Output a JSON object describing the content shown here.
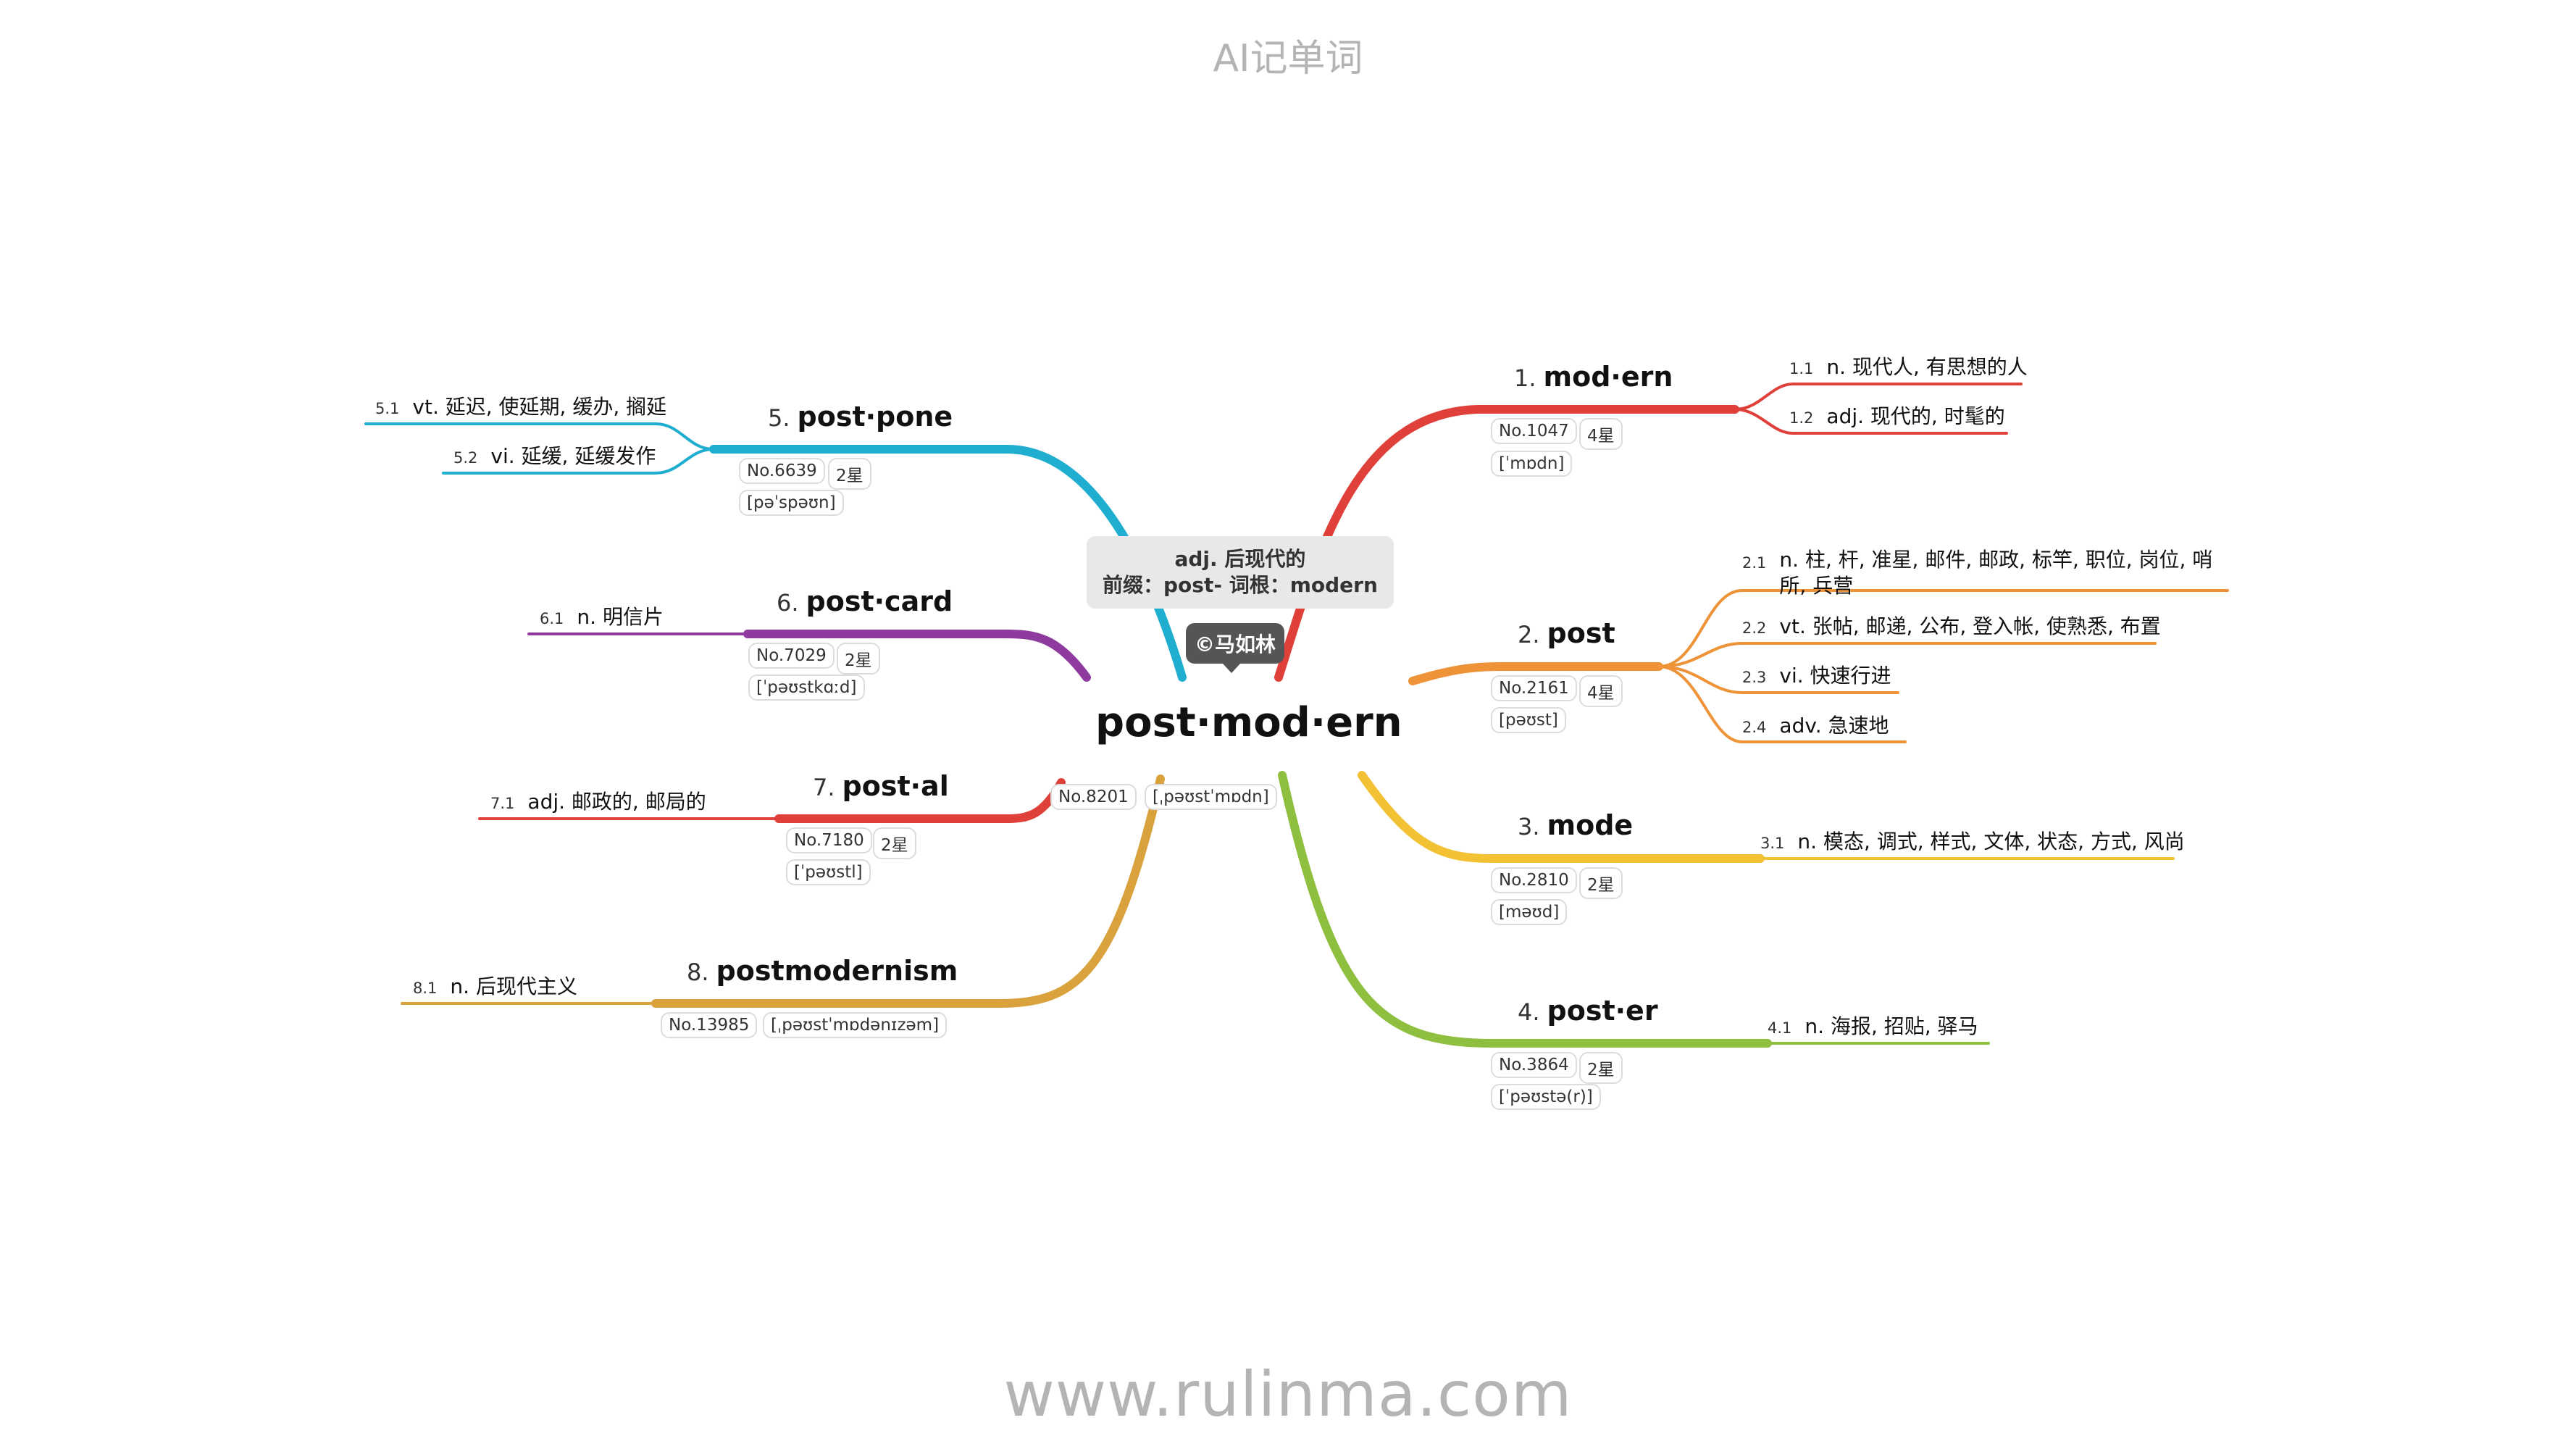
{
  "header": "AI记单词",
  "footer": "www.rulinma.com",
  "watermark": "©马如林",
  "center": {
    "word": "post·mod·ern",
    "rank": "No.8201",
    "phonetic": "[ˌpəʊstˈmɒdn]",
    "meaning": "adj. 后现代的",
    "etymology": "前缀：post- 词根：modern"
  },
  "branches": [
    {
      "num": "1.",
      "word": "mod·ern",
      "rank": "No.1047",
      "stars": "4星",
      "phonetic": "[ˈmɒdn]",
      "color": "#e0403a",
      "defs": [
        {
          "num": "1.1",
          "text": "n. 现代人, 有思想的人"
        },
        {
          "num": "1.2",
          "text": "adj. 现代的, 时髦的"
        }
      ]
    },
    {
      "num": "2.",
      "word": "post",
      "rank": "No.2161",
      "stars": "4星",
      "phonetic": "[pəʊst]",
      "color": "#ee9338",
      "defs": [
        {
          "num": "2.1",
          "text": "n. 柱, 杆, 准星, 邮件, 邮政, 标竿, 职位, 岗位, 哨所, 兵营"
        },
        {
          "num": "2.2",
          "text": "vt. 张帖, 邮递, 公布, 登入帐, 使熟悉, 布置"
        },
        {
          "num": "2.3",
          "text": "vi. 快速行进"
        },
        {
          "num": "2.4",
          "text": "adv. 急速地"
        }
      ]
    },
    {
      "num": "3.",
      "word": "mode",
      "rank": "No.2810",
      "stars": "2星",
      "phonetic": "[məʊd]",
      "color": "#f2c234",
      "defs": [
        {
          "num": "3.1",
          "text": "n. 模态, 调式, 样式, 文体, 状态, 方式, 风尚"
        }
      ]
    },
    {
      "num": "4.",
      "word": "post·er",
      "rank": "No.3864",
      "stars": "2星",
      "phonetic": "[ˈpəʊstə(r)]",
      "color": "#8fbf3f",
      "defs": [
        {
          "num": "4.1",
          "text": "n. 海报, 招贴, 驿马"
        }
      ]
    },
    {
      "num": "5.",
      "word": "post·pone",
      "rank": "No.6639",
      "stars": "2星",
      "phonetic": "[pəˈspəʊn]",
      "color": "#1faed0",
      "defs": [
        {
          "num": "5.1",
          "text": "vt. 延迟, 使延期, 缓办, 搁延"
        },
        {
          "num": "5.2",
          "text": "vi. 延缓, 延缓发作"
        }
      ]
    },
    {
      "num": "6.",
      "word": "post·card",
      "rank": "No.7029",
      "stars": "2星",
      "phonetic": "[ˈpəʊstkɑːd]",
      "color": "#8e3a9e",
      "defs": [
        {
          "num": "6.1",
          "text": "n. 明信片"
        }
      ]
    },
    {
      "num": "7.",
      "word": "post·al",
      "rank": "No.7180",
      "stars": "2星",
      "phonetic": "[ˈpəʊstl]",
      "color": "#e0403a",
      "defs": [
        {
          "num": "7.1",
          "text": "adj. 邮政的, 邮局的"
        }
      ]
    },
    {
      "num": "8.",
      "word": "postmodernism",
      "rank": "No.13985",
      "phonetic": "[ˌpəʊstˈmɒdənɪzəm]",
      "color": "#d9a23c",
      "defs": [
        {
          "num": "8.1",
          "text": "n. 后现代主义"
        }
      ]
    }
  ]
}
